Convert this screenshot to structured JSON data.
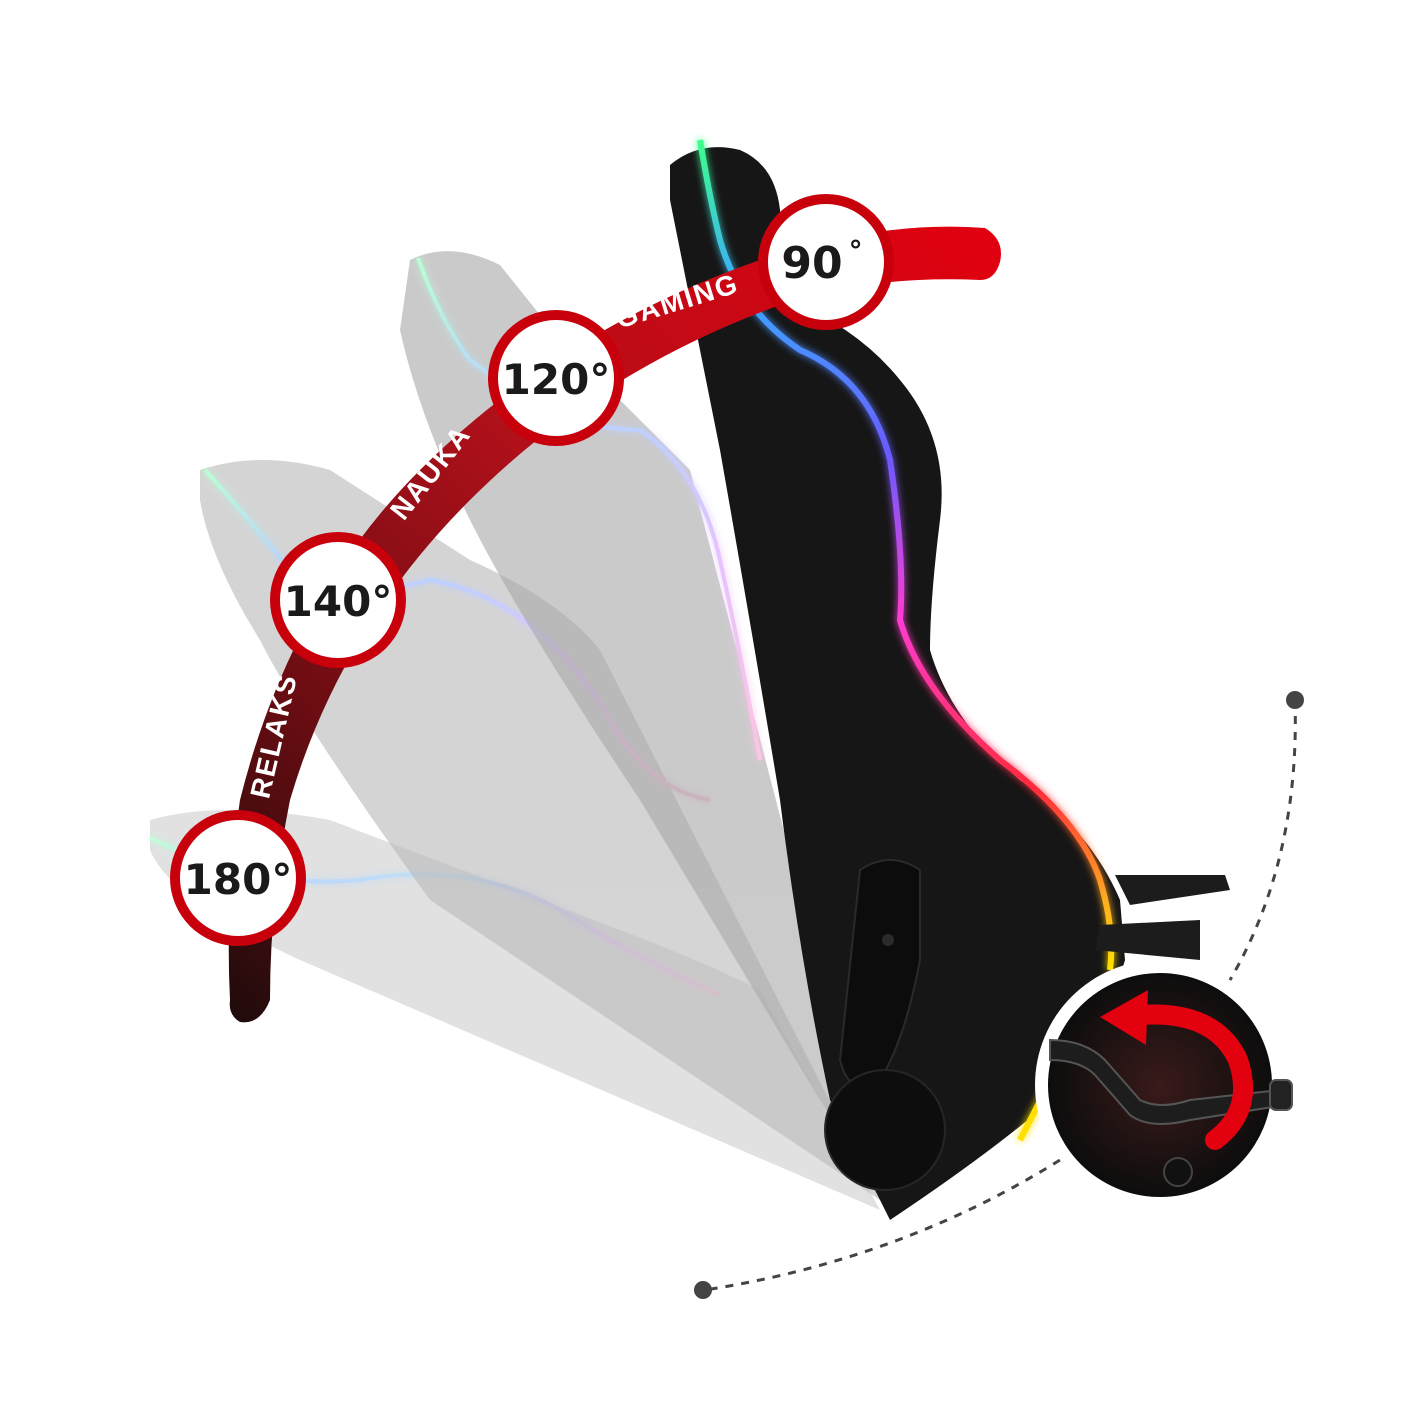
{
  "angles": [
    {
      "label": "90",
      "degree_symbol": "°"
    },
    {
      "label": "120°"
    },
    {
      "label": "140°"
    },
    {
      "label": "180°"
    }
  ],
  "modes": [
    {
      "label": "GAMING"
    },
    {
      "label": "NAUKA"
    },
    {
      "label": "RELAKS"
    }
  ],
  "colors": {
    "arc_bright": "#e3000f",
    "arc_mid": "#b30d16",
    "arc_dark": "#2a0a0a",
    "badge_ring": "#c8000c",
    "chair_body": "#151515",
    "ghost_chair": "#b5b5b5"
  },
  "icons": {
    "rotate": "rotate-arrow-icon",
    "lever": "recline-lever-icon"
  }
}
